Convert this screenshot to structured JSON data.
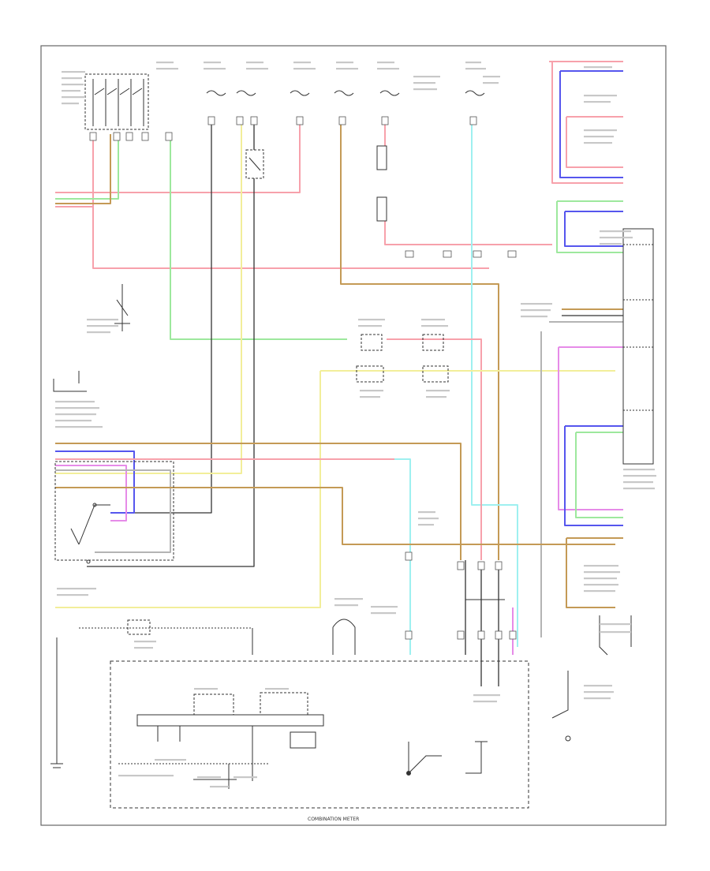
{
  "diagram": {
    "footer_label": "COMBINATION METER",
    "page_code": "",
    "colors": {
      "red": "#f7a1ab",
      "green": "#9de89d",
      "blue": "#5656ee",
      "yellow": "#f2ee9a",
      "tan": "#c49a56",
      "cyan": "#9ef0f0",
      "magenta": "#e68be8",
      "gray": "#b4b4b4",
      "black": "#333333",
      "frame": "#666666"
    },
    "wire_color_names": [
      "red",
      "green",
      "blue",
      "yellow",
      "tan",
      "cyan",
      "magenta",
      "gray",
      "black"
    ]
  }
}
